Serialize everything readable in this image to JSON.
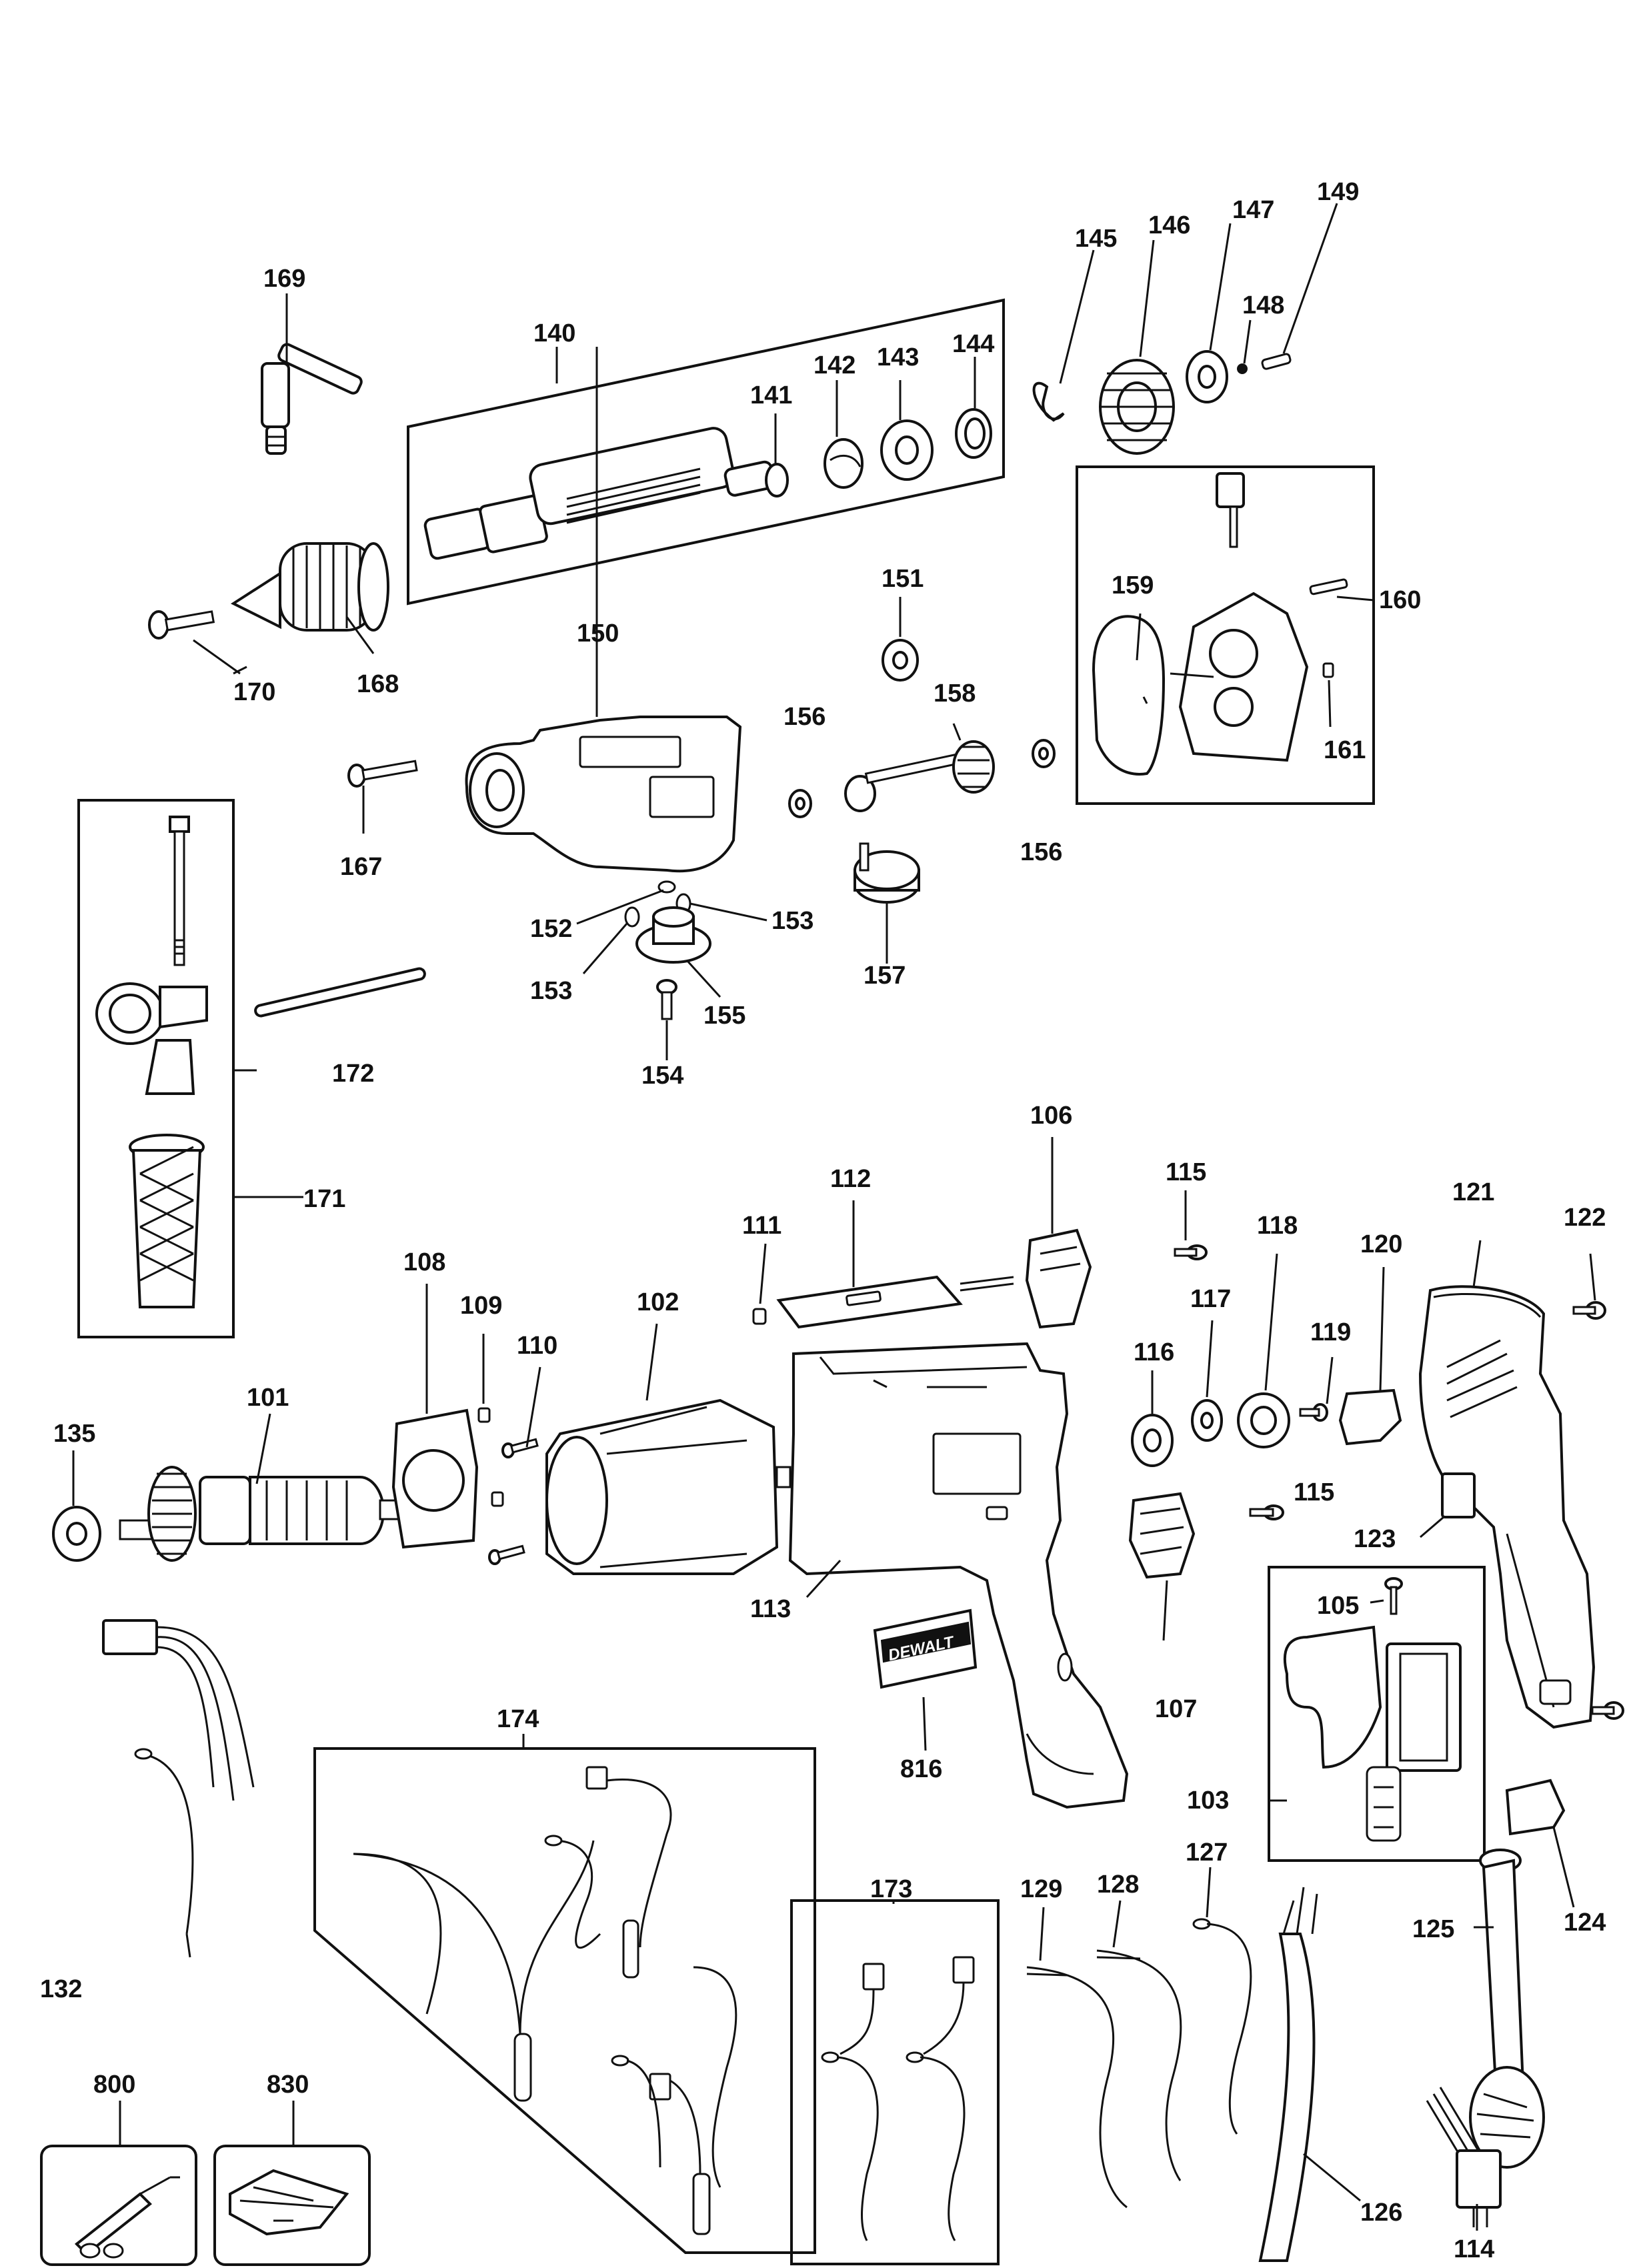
{
  "parts": [
    {
      "id": "label-101",
      "text": "101"
    },
    {
      "id": "label-102",
      "text": "102"
    },
    {
      "id": "label-103",
      "text": "103"
    },
    {
      "id": "label-105",
      "text": "105"
    },
    {
      "id": "label-106",
      "text": "106"
    },
    {
      "id": "label-107",
      "text": "107"
    },
    {
      "id": "label-108",
      "text": "108"
    },
    {
      "id": "label-109",
      "text": "109"
    },
    {
      "id": "label-110",
      "text": "110"
    },
    {
      "id": "label-111",
      "text": "111"
    },
    {
      "id": "label-112",
      "text": "112"
    },
    {
      "id": "label-113",
      "text": "113"
    },
    {
      "id": "label-114",
      "text": "114"
    },
    {
      "id": "label-115a",
      "text": "115"
    },
    {
      "id": "label-115b",
      "text": "115"
    },
    {
      "id": "label-116",
      "text": "116"
    },
    {
      "id": "label-117",
      "text": "117"
    },
    {
      "id": "label-118",
      "text": "118"
    },
    {
      "id": "label-119",
      "text": "119"
    },
    {
      "id": "label-120",
      "text": "120"
    },
    {
      "id": "label-121",
      "text": "121"
    },
    {
      "id": "label-122",
      "text": "122"
    },
    {
      "id": "label-123",
      "text": "123"
    },
    {
      "id": "label-124",
      "text": "124"
    },
    {
      "id": "label-125",
      "text": "125"
    },
    {
      "id": "label-126",
      "text": "126"
    },
    {
      "id": "label-127",
      "text": "127"
    },
    {
      "id": "label-128",
      "text": "128"
    },
    {
      "id": "label-129",
      "text": "129"
    },
    {
      "id": "label-132",
      "text": "132"
    },
    {
      "id": "label-135",
      "text": "135"
    },
    {
      "id": "label-140",
      "text": "140"
    },
    {
      "id": "label-141",
      "text": "141"
    },
    {
      "id": "label-142",
      "text": "142"
    },
    {
      "id": "label-143",
      "text": "143"
    },
    {
      "id": "label-144",
      "text": "144"
    },
    {
      "id": "label-145",
      "text": "145"
    },
    {
      "id": "label-146",
      "text": "146"
    },
    {
      "id": "label-147",
      "text": "147"
    },
    {
      "id": "label-148",
      "text": "148"
    },
    {
      "id": "label-149",
      "text": "149"
    },
    {
      "id": "label-150",
      "text": "150"
    },
    {
      "id": "label-151",
      "text": "151"
    },
    {
      "id": "label-152",
      "text": "152"
    },
    {
      "id": "label-153a",
      "text": "153"
    },
    {
      "id": "label-153b",
      "text": "153"
    },
    {
      "id": "label-154",
      "text": "154"
    },
    {
      "id": "label-155",
      "text": "155"
    },
    {
      "id": "label-156a",
      "text": "156"
    },
    {
      "id": "label-156b",
      "text": "156"
    },
    {
      "id": "label-157",
      "text": "157"
    },
    {
      "id": "label-158",
      "text": "158"
    },
    {
      "id": "label-159",
      "text": "159"
    },
    {
      "id": "label-160",
      "text": "160"
    },
    {
      "id": "label-161",
      "text": "161"
    },
    {
      "id": "label-167",
      "text": "167"
    },
    {
      "id": "label-168",
      "text": "168"
    },
    {
      "id": "label-169",
      "text": "169"
    },
    {
      "id": "label-170",
      "text": "170"
    },
    {
      "id": "label-171",
      "text": "171"
    },
    {
      "id": "label-172",
      "text": "172"
    },
    {
      "id": "label-173",
      "text": "173"
    },
    {
      "id": "label-174",
      "text": "174"
    },
    {
      "id": "label-800",
      "text": "800"
    },
    {
      "id": "label-816",
      "text": "816"
    },
    {
      "id": "label-830",
      "text": "830"
    }
  ],
  "brand_plate": {
    "text": "DEWALT"
  }
}
